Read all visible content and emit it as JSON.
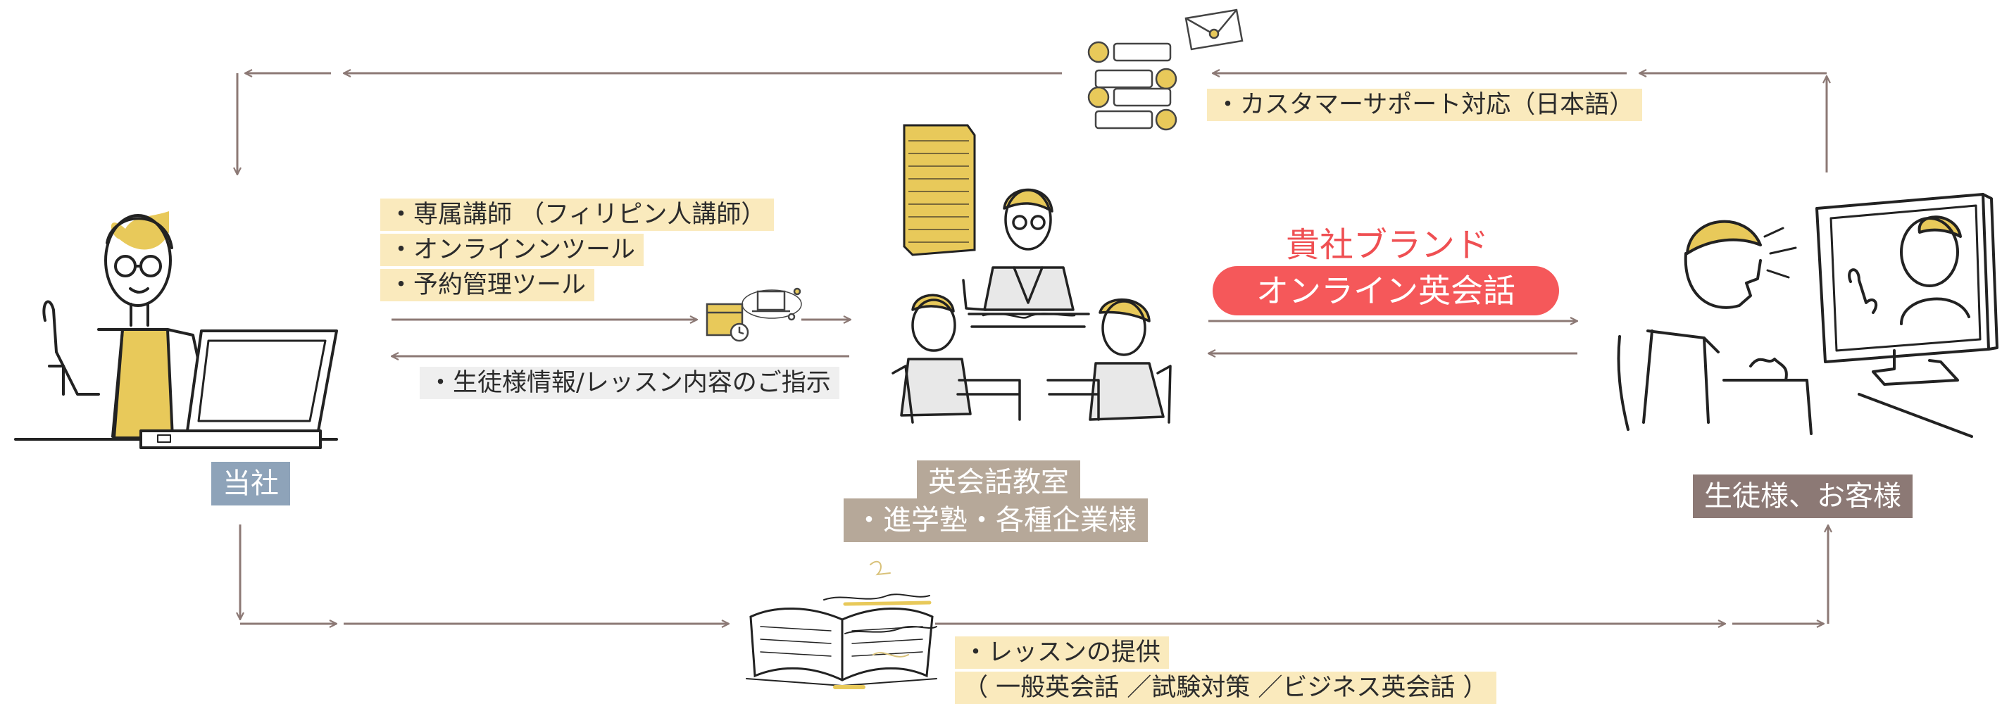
{
  "nodes": {
    "company": {
      "label": "当社"
    },
    "school": {
      "line1": "英会話教室",
      "line2": "・進学塾・各種企業様"
    },
    "student": {
      "label": "生徒様、お客様"
    }
  },
  "brand": {
    "title": "貴社ブランド",
    "pill": "オンライン英会話"
  },
  "labels": {
    "support": "・カスタマーサポート対応（日本語）",
    "services": [
      "・専属講師 （フィリピン人講師）",
      "・オンラインンツール",
      "・予約管理ツール"
    ],
    "student_info": "・生徒様情報/レッスン内容のご指示",
    "lesson_title": "・レッスンの提供",
    "lesson_detail": "（ 一般英会話 ／試験対策 ／ビジネス英会話 ）"
  },
  "colors": {
    "arrow": "#8c7975",
    "accent_yellow": "#e8c95a",
    "yellow_bg": "#faeabd",
    "brand_red": "#f5585a",
    "company_tag": "#8ea3b9",
    "school_tag": "#b6a899",
    "student_tag": "#8c7975"
  },
  "icons": [
    "person-laptop-icon",
    "office-building-icon",
    "classroom-icon",
    "student-video-call-icon",
    "chat-bubbles-icon",
    "envelope-icon",
    "calendar-clock-icon",
    "laptop-network-icon",
    "open-book-icon"
  ]
}
